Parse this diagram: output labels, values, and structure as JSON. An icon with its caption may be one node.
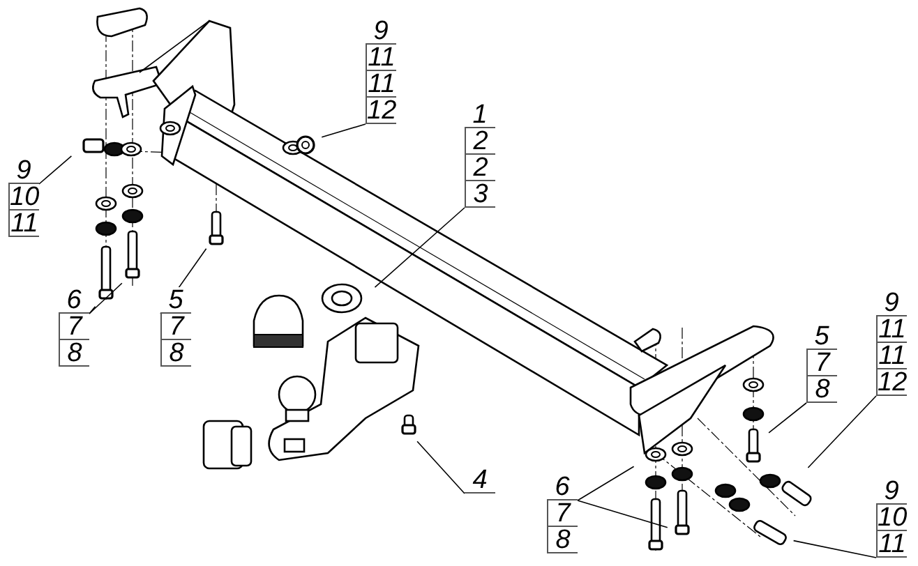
{
  "diagram": {
    "nodes": [
      {
        "text": [
          "9",
          "11",
          "11",
          "12"
        ]
      },
      {
        "text": [
          "9",
          "10",
          "11"
        ]
      },
      {
        "text": [
          "1",
          "2",
          "2",
          "3"
        ]
      },
      {
        "text": [
          "6",
          "7",
          "8"
        ]
      },
      {
        "text": [
          "5",
          "7",
          "8"
        ]
      },
      {
        "text": [
          "4"
        ]
      },
      {
        "text": [
          "5",
          "7",
          "8"
        ]
      },
      {
        "text": [
          "9",
          "11",
          "11",
          "12"
        ]
      },
      {
        "text": [
          "6",
          "7",
          "8"
        ]
      },
      {
        "text": [
          "9",
          "10",
          "11"
        ]
      }
    ],
    "edges": [
      {
        "from": 0,
        "to": null,
        "arrow": "none"
      },
      {
        "from": 1,
        "to": null,
        "arrow": "none"
      },
      {
        "from": 2,
        "to": null,
        "arrow": "none"
      },
      {
        "from": 3,
        "to": null,
        "arrow": "none"
      },
      {
        "from": 3,
        "to": null,
        "arrow": "none"
      },
      {
        "from": 4,
        "to": null,
        "arrow": "none"
      },
      {
        "from": 5,
        "to": null,
        "arrow": "none"
      },
      {
        "from": 6,
        "to": null,
        "arrow": "none"
      },
      {
        "from": 7,
        "to": null,
        "arrow": "none"
      },
      {
        "from": 8,
        "to": null,
        "arrow": "none"
      },
      {
        "from": 8,
        "to": null,
        "arrow": "none"
      },
      {
        "from": 9,
        "to": null,
        "arrow": "none"
      }
    ]
  }
}
